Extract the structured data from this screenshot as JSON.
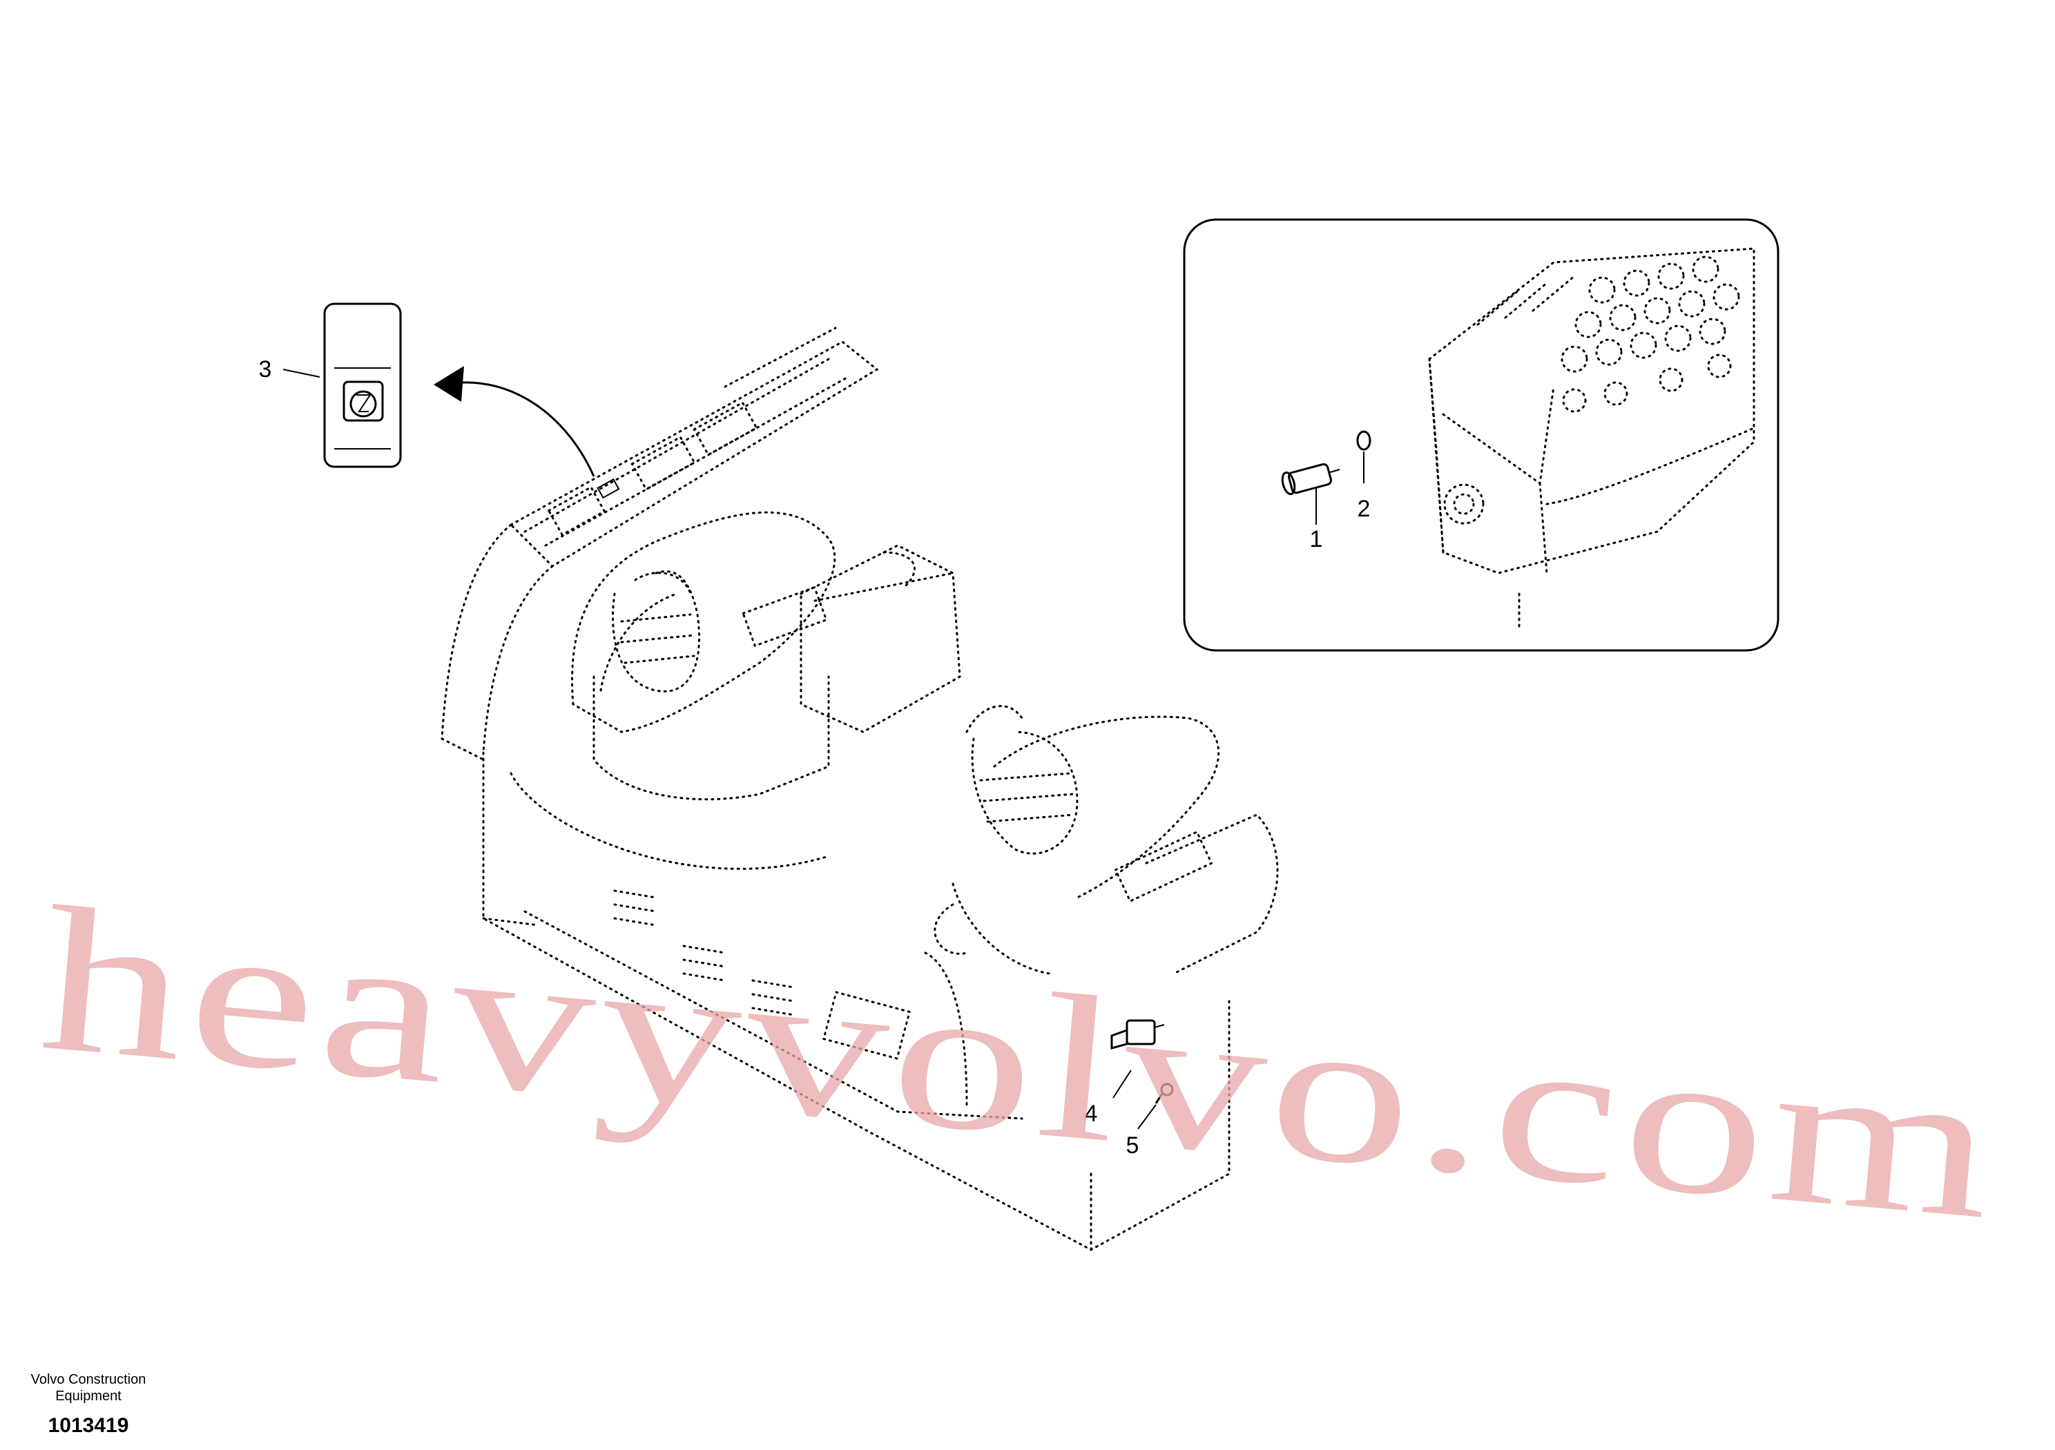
{
  "callouts": {
    "c1": "1",
    "c2": "2",
    "c3": "3",
    "c4": "4",
    "c5": "5"
  },
  "footer": {
    "company_line1": "Volvo Construction",
    "company_line2": "Equipment",
    "drawing_number": "1013419"
  },
  "watermark": "heavyvolvo.com",
  "colors": {
    "watermark": "#e9a7a7",
    "line": "#000000"
  }
}
